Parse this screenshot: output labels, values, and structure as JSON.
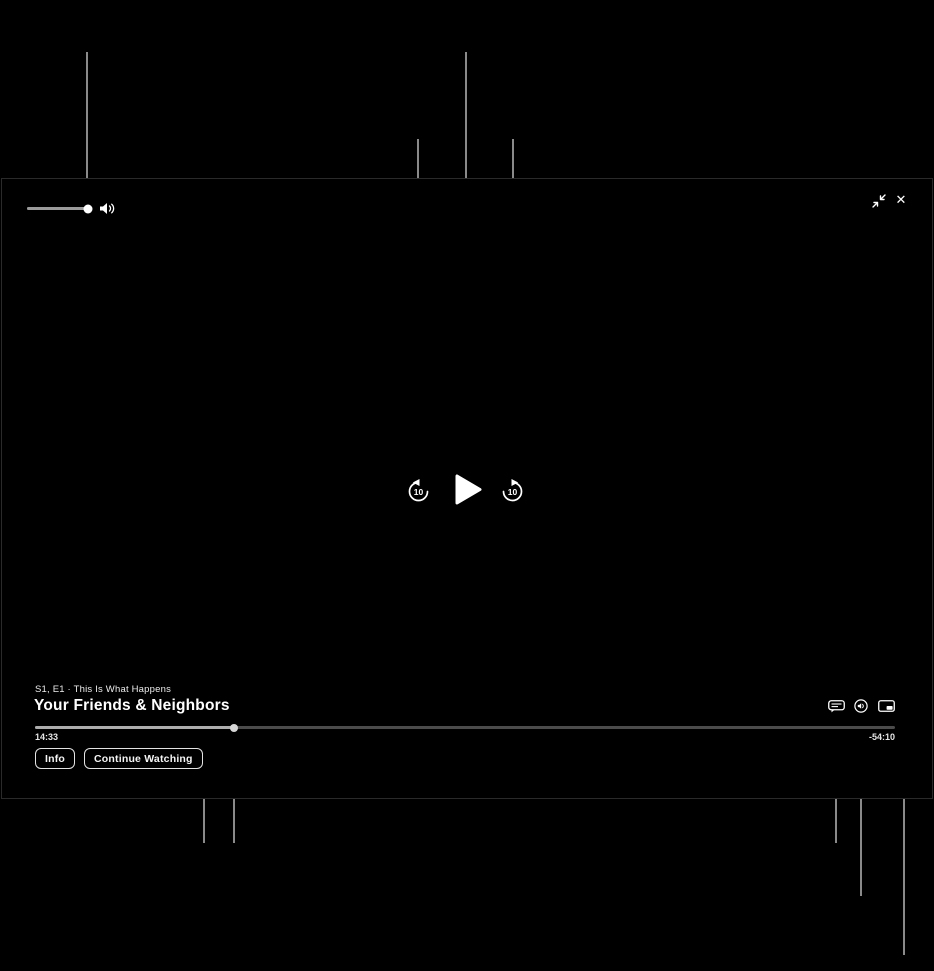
{
  "window_controls": {
    "exit_fullscreen_icon": "exit-fullscreen-arrows",
    "close_glyph": "✕"
  },
  "volume": {
    "icon": "speaker-with-waves",
    "level_pct": 100
  },
  "transport": {
    "play_icon": "play-triangle",
    "skip_back_label": "10",
    "skip_forward_label": "10"
  },
  "now_playing": {
    "episode_line": "S1, E1 · This Is What Happens",
    "title": "Your Friends & Neighbors"
  },
  "timeline": {
    "elapsed": "14:33",
    "remaining": "-54:10",
    "progress_pct": 23.1
  },
  "actions": {
    "info_label": "Info",
    "continue_label": "Continue Watching"
  },
  "bottom_icons": {
    "subtitles": "subtitles-bubble-icon",
    "audio": "audio-options-icon",
    "pip": "picture-in-picture-icon"
  },
  "colors": {
    "background": "#000000",
    "callout_line": "#8a8a8a",
    "primary_text": "#ffffff"
  }
}
